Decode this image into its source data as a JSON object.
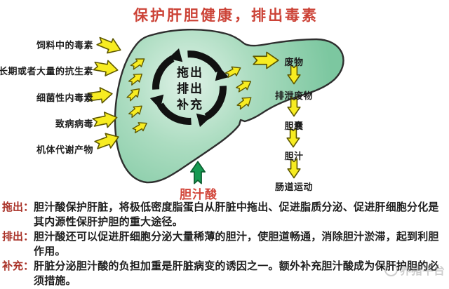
{
  "title": "保护肝胆健康，排出毒素",
  "left_labels": [
    "饲料中的毒素",
    "长期或者大量的抗生素",
    "细菌性内毒素",
    "致病病毒",
    "机体代谢产物"
  ],
  "cycle_steps": [
    "拖出",
    "排出",
    "补充"
  ],
  "right_chain": [
    "废物",
    "排泄废物",
    "胆囊",
    "胆汁",
    "肠道运动"
  ],
  "bile_acid_label": "胆汁酸",
  "paragraphs": [
    {
      "lead": "拖出：",
      "text": "胆汁酸保护肝脏，将极低密度脂蛋白从肝脏中拖出、促进脂质分泌、促进肝细胞分化是其内源性保肝护胆的重大途径。"
    },
    {
      "lead": "排出：",
      "text": "胆汁酸还可以促进肝细胞分泌大量稀薄的胆汁，使胆道畅通，消除胆汁淤滞，起到利胆作用。"
    },
    {
      "lead": "补充：",
      "text": "肝脏分泌胆汁酸的负担加重是肝脏病变的诱因之一。额外补充胆汁酸成为保肝护胆的必须措施。"
    }
  ],
  "watermark": "养猪平台",
  "colors": {
    "title_red": "#cc4337",
    "lead_red": "#a93228",
    "bile_acid_red": "#d2453a",
    "body_text": "#1e1e1e",
    "liver_fill_edge": "#7cc7a0",
    "liver_fill_center": "#dff2e7",
    "liver_outline": "#2e2e2e",
    "arrow_yellow": "#f7ec21",
    "arrow_yellow_outline": "#5e5800",
    "cycle_black": "#111111",
    "green_arrow": "#169a52",
    "watermark_gray": "#8a8a8a"
  }
}
